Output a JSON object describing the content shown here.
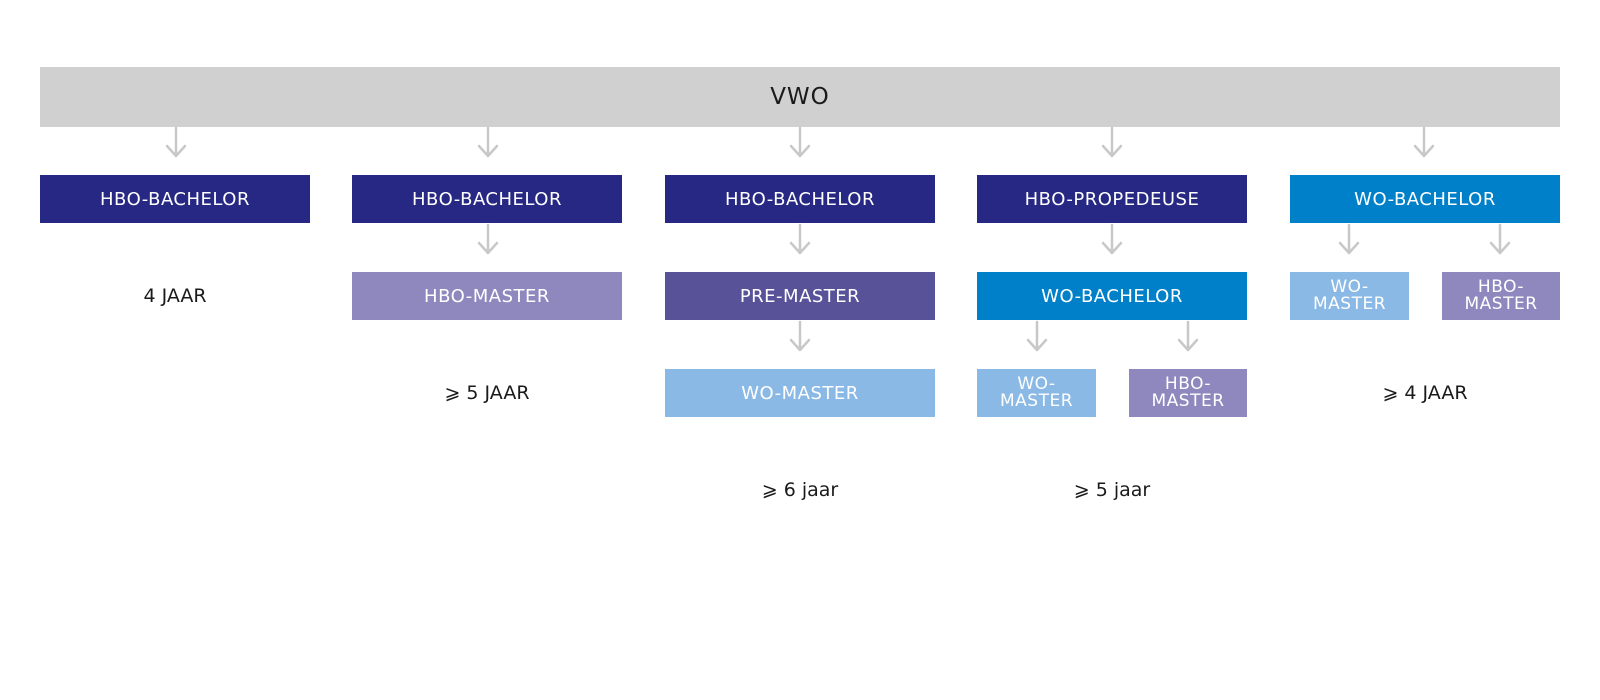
{
  "top": {
    "label": "VWO"
  },
  "colors": {
    "top_bar": "#d0d0d0",
    "dark_blue": "#262883",
    "mid_blue": "#0080c9",
    "light_blue": "#8ab9e5",
    "purple": "#585399",
    "lavender": "#8f88be",
    "arrow": "#c8c8c8"
  },
  "columns": [
    {
      "rows": [
        "HBO-BACHELOR"
      ],
      "duration": "4 JAAR"
    },
    {
      "rows": [
        "HBO-BACHELOR",
        "HBO-MASTER"
      ],
      "duration": "⩾ 5 JAAR"
    },
    {
      "rows": [
        "HBO-BACHELOR",
        "PRE-MASTER",
        "WO-MASTER"
      ],
      "duration": "⩾ 6 jaar"
    },
    {
      "rows": [
        "HBO-PROPEDEUSE",
        "WO-BACHELOR"
      ],
      "split": [
        "WO-MASTER",
        "HBO-MASTER"
      ],
      "duration": "⩾ 5 jaar"
    },
    {
      "rows": [
        "WO-BACHELOR"
      ],
      "split": [
        "WO-MASTER",
        "HBO-MASTER"
      ],
      "duration": "⩾ 4 JAAR"
    }
  ]
}
